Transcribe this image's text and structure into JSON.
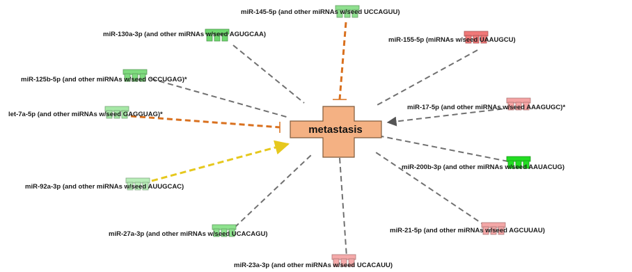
{
  "center": {
    "label": "metastasis",
    "fill": "#f4b183",
    "stroke": "#7f5a3a"
  },
  "colors": {
    "gray_edge": "#707070",
    "orange_edge": "#d9701e",
    "yellow_edge": "#e6c81e",
    "dark_arrow": "#555555"
  },
  "nodes": [
    {
      "id": "mir145",
      "label": "miR-145-5p (and other miRNAs w/seed UCCAGUU)",
      "color": "#8fe08f",
      "edge": "orange-inhibit"
    },
    {
      "id": "mir130a",
      "label": "miR-130a-3p (and other miRNAs w/seed AGUGCAA)",
      "color": "#6ed86e",
      "edge": "gray"
    },
    {
      "id": "mir155",
      "label": "miR-155-5p (miRNAs w/seed UAAUGCU)",
      "color": "#f07878",
      "edge": "gray"
    },
    {
      "id": "mir125b",
      "label": "miR-125b-5p (and other miRNAs w/seed CCCUGAG)*",
      "color": "#7fdc7f",
      "edge": "gray"
    },
    {
      "id": "let7a",
      "label": "let-7a-5p (and other miRNAs w/seed GAGGUAG)*",
      "color": "#a6e8a6",
      "edge": "orange-inhibit"
    },
    {
      "id": "mir17",
      "label": "miR-17-5p (and other miRNAs w/seed AAAGUGC)*",
      "color": "#f5a3a3",
      "edge": "gray-arrow"
    },
    {
      "id": "mir200b",
      "label": "miR-200b-3p (and other miRNAs w/seed AAUACUG)",
      "color": "#22dd22",
      "edge": "gray"
    },
    {
      "id": "mir92a",
      "label": "miR-92a-3p (and other miRNAs w/seed AUUGCAC)",
      "color": "#b9eeb9",
      "edge": "yellow-arrow"
    },
    {
      "id": "mir27a",
      "label": "miR-27a-3p (and other miRNAs w/seed UCACAGU)",
      "color": "#8ee28e",
      "edge": "gray"
    },
    {
      "id": "mir21",
      "label": "miR-21-5p (and other miRNAs w/seed AGCUUAU)",
      "color": "#f4a7a7",
      "edge": "gray"
    },
    {
      "id": "mir23a",
      "label": "miR-23a-3p (and other miRNAs w/seed UCACAUU)",
      "color": "#f5aaaa",
      "edge": "gray"
    }
  ]
}
